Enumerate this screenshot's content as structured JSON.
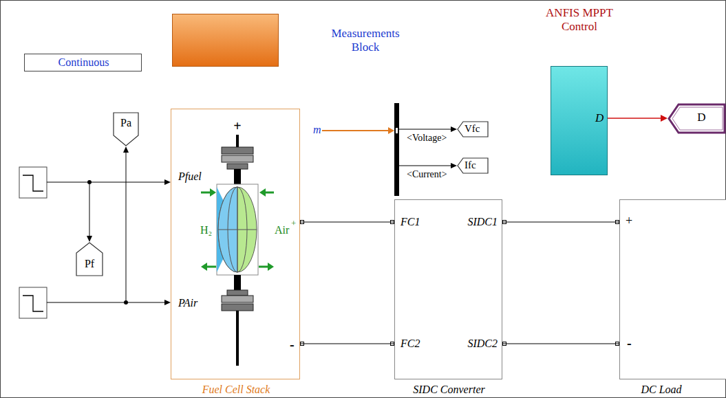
{
  "diagram": {
    "nodes": [
      {
        "text": [
          "Continuous"
        ]
      },
      {
        "text": [
          "Measurements Block"
        ]
      },
      {
        "text": [
          "ANFIS MPPT Control",
          "D"
        ]
      },
      {
        "text": [
          "D"
        ]
      },
      {
        "text": [
          "Pa"
        ]
      },
      {
        "text": [
          "+",
          "m",
          "Pfuel",
          "H₂",
          "Air",
          "+",
          "PAir",
          "-",
          "Fuel Cell Stack"
        ]
      },
      {
        "text": [
          "Vfc"
        ]
      },
      {
        "text": [
          "Ifc"
        ]
      },
      {
        "text": [
          "Pf"
        ]
      },
      {
        "text": [
          "FC1",
          "SIDC1",
          "FC2",
          "SIDC2",
          "SIDC Converter"
        ]
      },
      {
        "text": [
          "+",
          "-",
          "DC Load"
        ]
      }
    ],
    "edges": [
      {
        "from": 2,
        "to": 3,
        "arrow": "to"
      },
      {
        "from": 5,
        "to": 9,
        "arrow": "none"
      },
      {
        "from": 5,
        "to": 9,
        "arrow": "none"
      },
      {
        "from": 9,
        "to": 10,
        "arrow": "none"
      },
      {
        "from": 9,
        "to": 10,
        "arrow": "none"
      }
    ],
    "labels": [
      "<Voltage>",
      "<Current>"
    ]
  }
}
